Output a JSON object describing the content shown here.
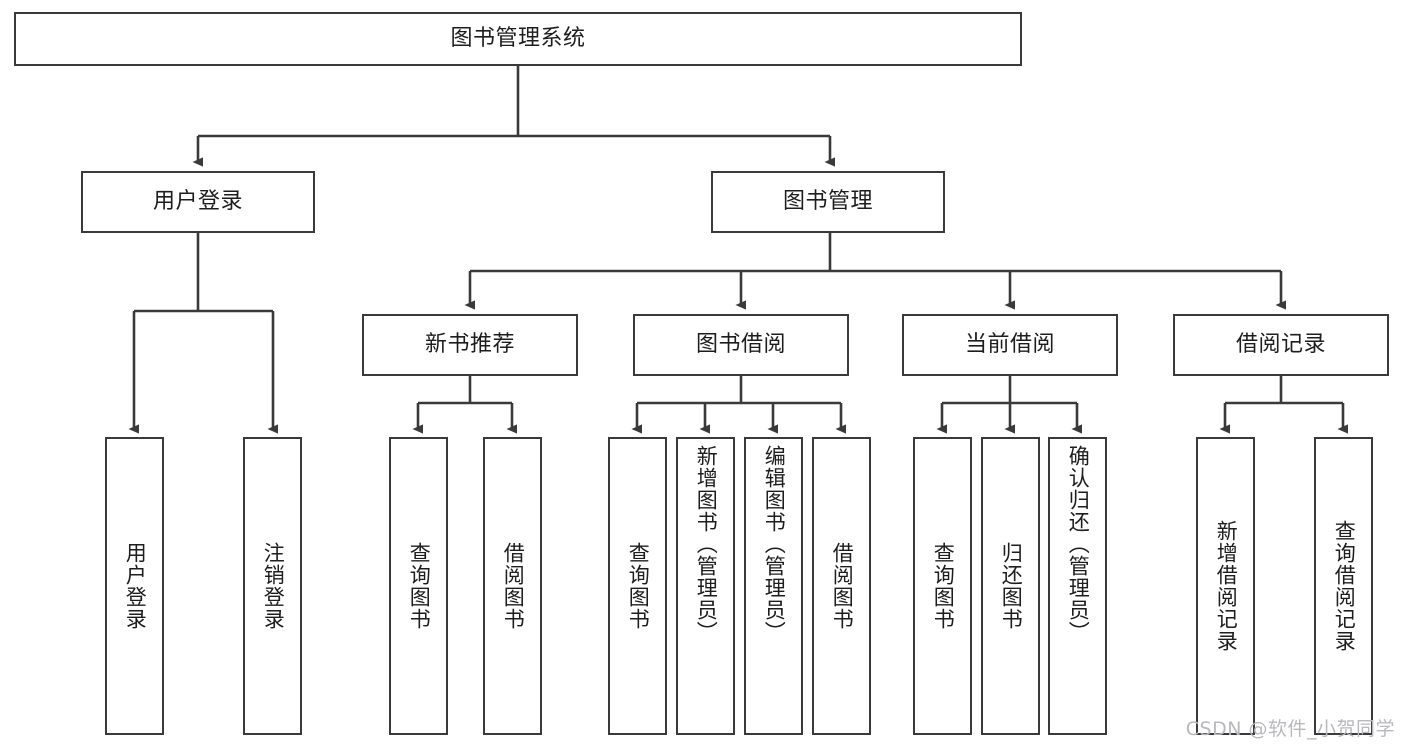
{
  "diagram": {
    "type": "tree",
    "title": "图书管理系统",
    "root": {
      "label": "图书管理系统"
    },
    "level2": [
      {
        "label": "用户登录"
      },
      {
        "label": "图书管理"
      }
    ],
    "level3": [
      {
        "label": "新书推荐"
      },
      {
        "label": "图书借阅"
      },
      {
        "label": "当前借阅"
      },
      {
        "label": "借阅记录"
      }
    ],
    "leaves": {
      "user_login": [
        {
          "label": "用户登录"
        },
        {
          "label": "注销登录"
        }
      ],
      "new_book_recommend": [
        {
          "label": "查询图书"
        },
        {
          "label": "借阅图书"
        }
      ],
      "book_borrow": [
        {
          "label": "查询图书"
        },
        {
          "label": "新增图书（管理员）"
        },
        {
          "label": "编辑图书（管理员）"
        },
        {
          "label": "借阅图书"
        }
      ],
      "current_borrow": [
        {
          "label": "查询图书"
        },
        {
          "label": "归还图书"
        },
        {
          "label": "确认归还（管理员）"
        }
      ],
      "borrow_record": [
        {
          "label": "新增借阅记录"
        },
        {
          "label": "查询借阅记录"
        }
      ]
    }
  },
  "colors": {
    "box_border": "#3a3a3a",
    "box_fill": "#ffffff",
    "connector": "#3a3a3a",
    "text": "#1d1d1d",
    "watermark": "#b9b9bd"
  },
  "watermark": {
    "text": "CSDN @软件_小贺同学"
  }
}
